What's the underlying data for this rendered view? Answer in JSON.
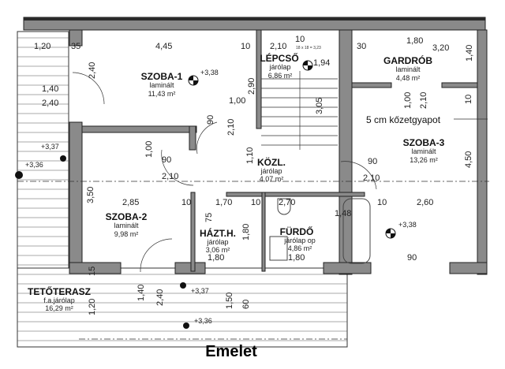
{
  "title": "Emelet",
  "rooms": {
    "szoba1": {
      "name": "SZOBA-1",
      "floor": "laminált",
      "area": "11,43 m²",
      "level": "+3,38"
    },
    "lepcso": {
      "name": "LÉPCSŐ",
      "floor": "járólap",
      "area": "6,86 m²",
      "level": "1,94",
      "steps": "18 x 18 = 3,23"
    },
    "gardrob": {
      "name": "GARDRÓB",
      "floor": "laminált",
      "area": "4,48 m²"
    },
    "szoba3": {
      "name": "SZOBA-3",
      "floor": "laminált",
      "area": "13,26 m²",
      "level": "+3,38",
      "note": "5 cm kőzetgyapot"
    },
    "kozl": {
      "name": "KÖZL.",
      "floor": "járólap",
      "area": "4,07 m²"
    },
    "szoba2": {
      "name": "SZOBA-2",
      "floor": "laminált",
      "area": "9,98 m²"
    },
    "hazt": {
      "name": "HÁZT.H.",
      "floor": "járólap",
      "area": "3,06 m²"
    },
    "furdo": {
      "name": "FÜRDŐ",
      "floor": "járólap op",
      "area": "4,86 m²"
    },
    "terasz": {
      "name": "TETŐTERASZ",
      "floor": "f.a.járólap",
      "area": "16,29 m²"
    }
  },
  "levels": [
    "+3,37",
    "+3,36",
    "+3,37",
    "+3,36"
  ],
  "dims": {
    "d120": "1,20",
    "d35": "35",
    "d445": "4,45",
    "d10a": "10",
    "d210a": "2,10",
    "d10b": "10",
    "d30": "30",
    "d180a": "1,80",
    "d320": "3,20",
    "d140a": "1,40",
    "d240a": "2,40",
    "d140b": "1,40",
    "d240b": "2,40",
    "d290": "2,90",
    "d100a": "1,00",
    "d90a": "90",
    "d210b": "2,10",
    "d305": "3,05",
    "d100b": "1,00",
    "d210c": "2,10",
    "d10c": "10",
    "d100c": "1,00",
    "d90b": "90",
    "d210d": "2,10",
    "d110": "1,10",
    "d90c": "90",
    "d210e": "2,10",
    "d450": "4,50",
    "d350": "3,50",
    "d285": "2,85",
    "d10d": "10",
    "d170": "1,70",
    "d10e": "10",
    "d270": "2,70",
    "d148": "1,48",
    "d10f": "10",
    "d260": "2,60",
    "d75a": "75",
    "d180b": "1,80",
    "d180c": "1,80",
    "d180d": "1,80",
    "d90d": "90",
    "d140c": "1,40",
    "d240c": "2,40",
    "d120b": "1,20",
    "d150": "1,50",
    "d60": "60",
    "d15": "15"
  }
}
